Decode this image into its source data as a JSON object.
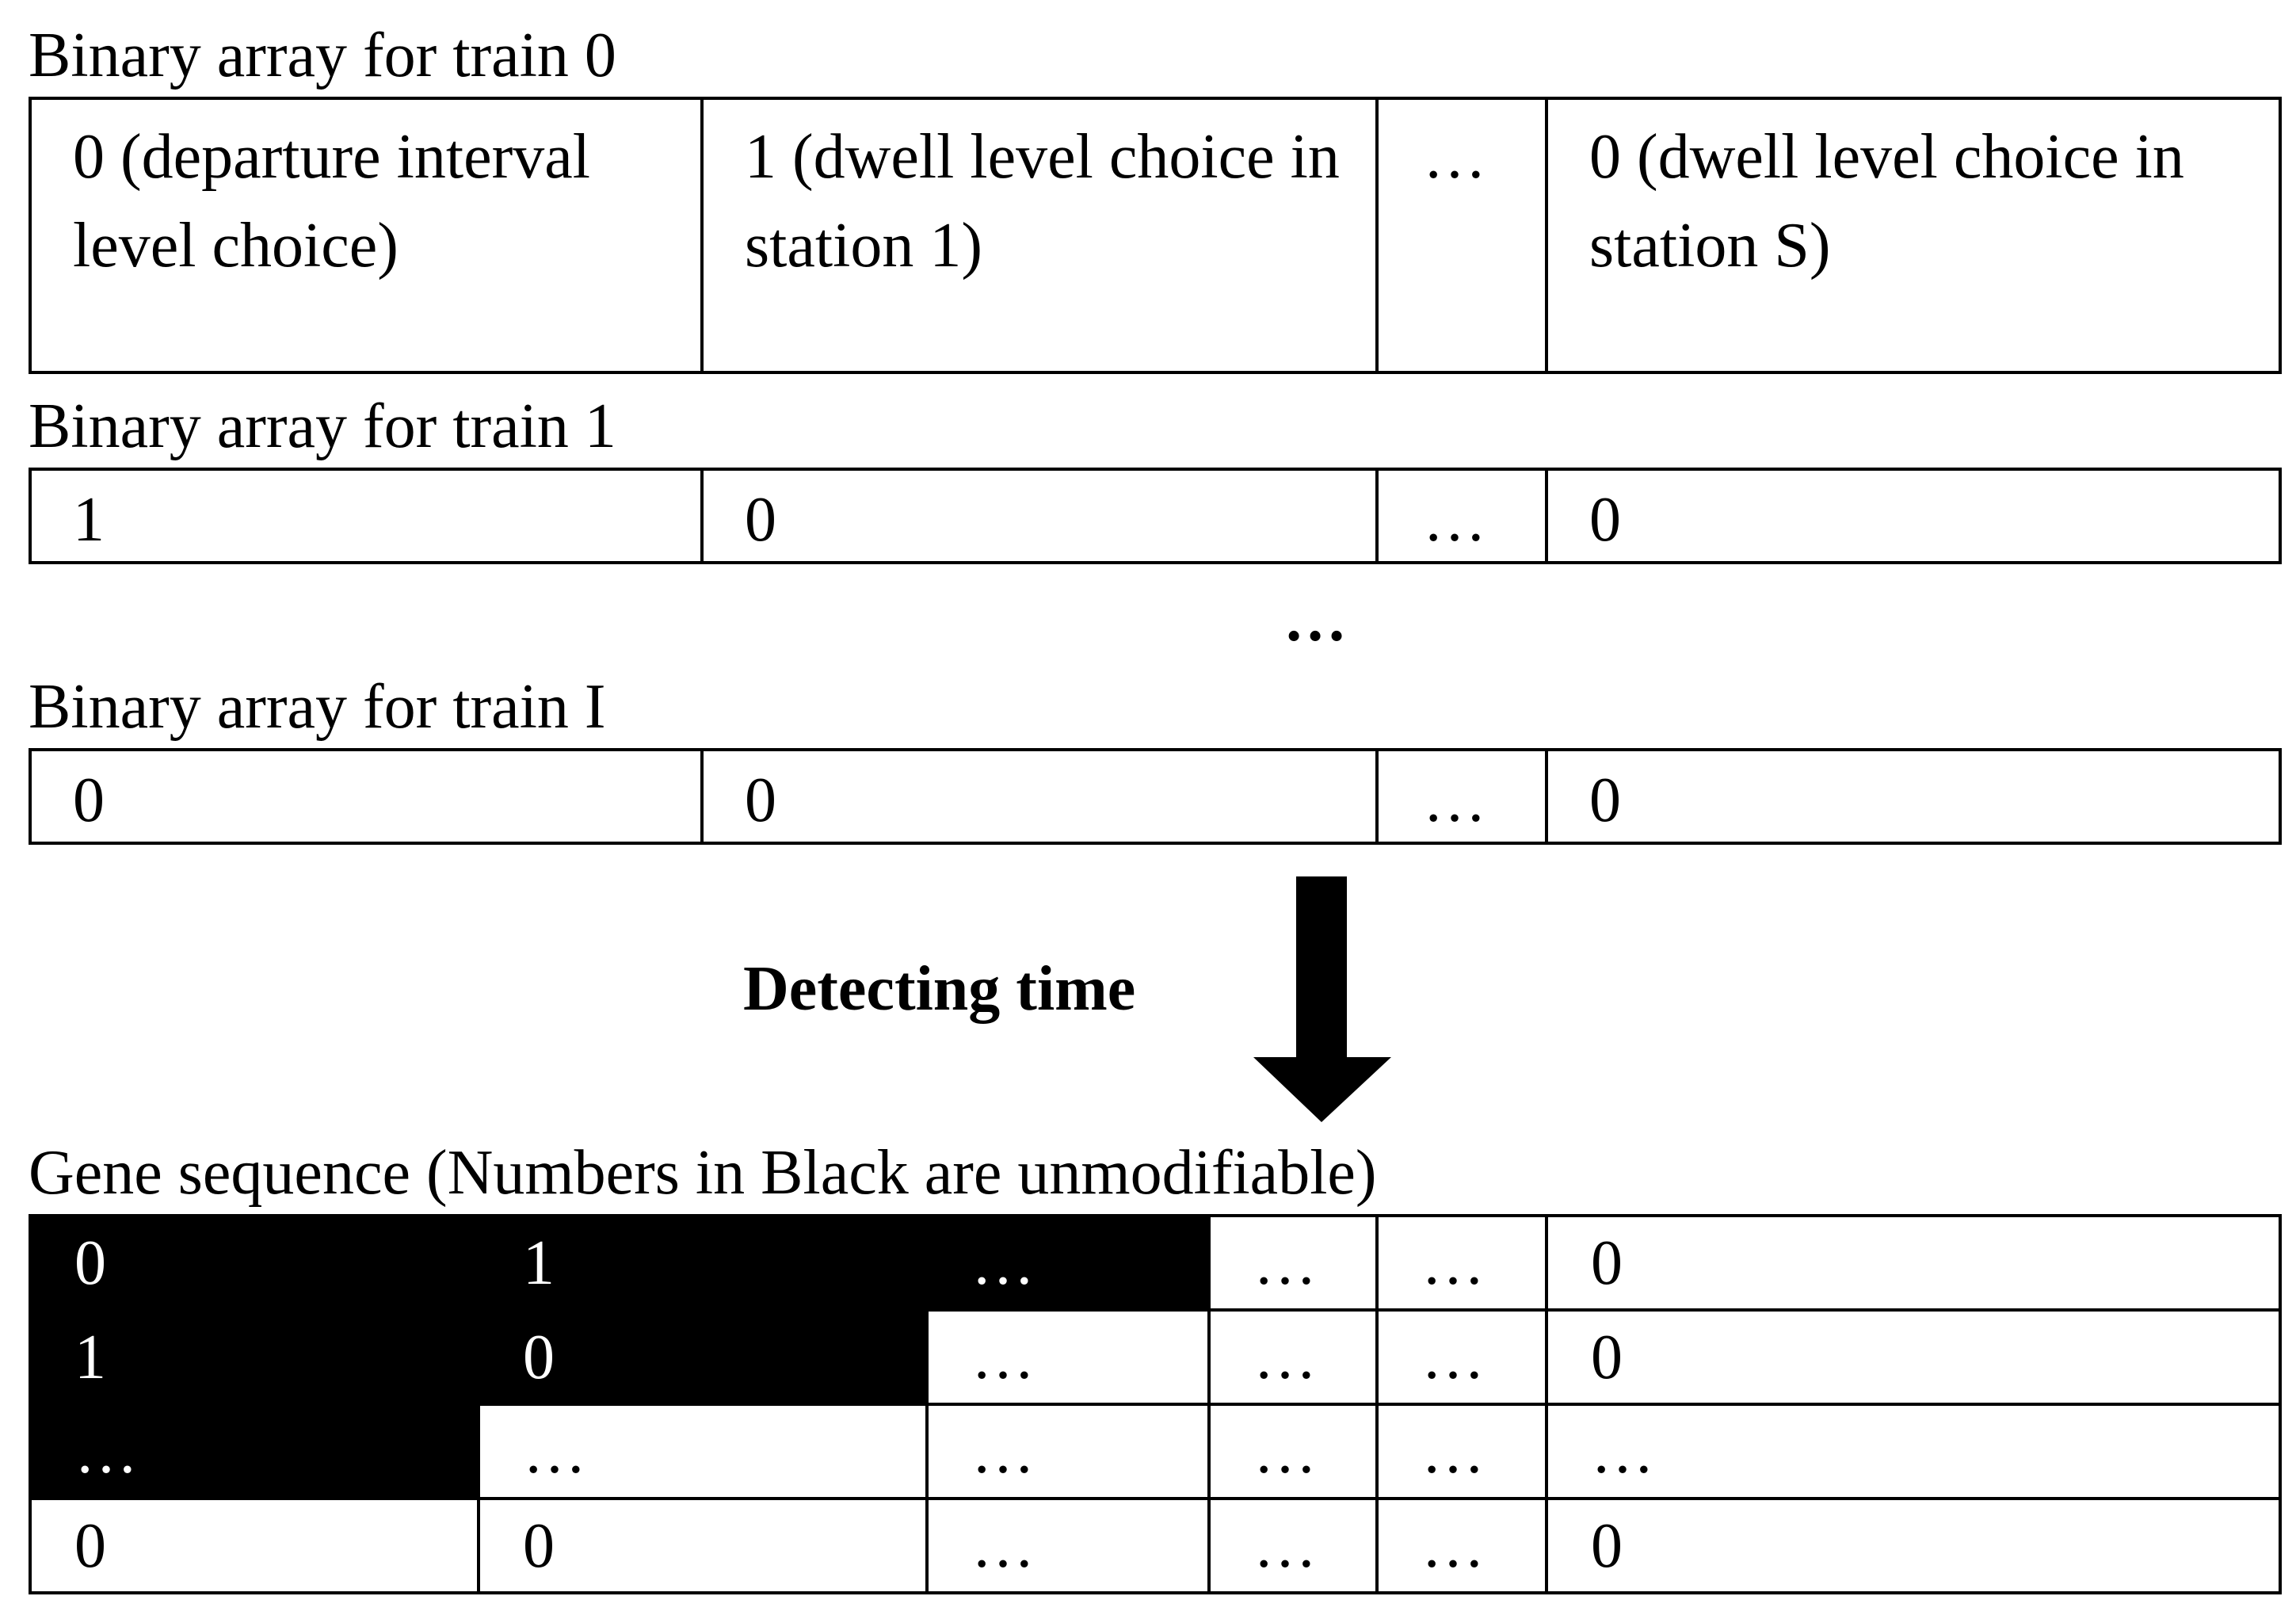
{
  "arrays": [
    {
      "label": "Binary array for train 0",
      "cells": [
        "0 (departure interval level choice)",
        "1 (dwell level choice in station 1)",
        "…",
        "0 (dwell level choice in station S)"
      ]
    },
    {
      "label": "Binary array for train 1",
      "cells": [
        "1",
        "0",
        "…",
        "0"
      ]
    },
    {
      "label": "Binary array for train I",
      "cells": [
        "0",
        "0",
        "…",
        "0"
      ]
    }
  ],
  "ellipsis_between": "…",
  "arrow_caption": "Detecting time",
  "gene": {
    "label": "Gene sequence (Numbers in Black are unmodifiable)",
    "rows": [
      [
        "0",
        "1",
        "…",
        "…",
        "…",
        "0"
      ],
      [
        "1",
        "0",
        "…",
        "…",
        "…",
        "0"
      ],
      [
        "…",
        "…",
        "…",
        "…",
        "…",
        "…"
      ],
      [
        "0",
        "0",
        "…",
        "…",
        "…",
        "0"
      ]
    ],
    "fixed_color": "#000000"
  }
}
